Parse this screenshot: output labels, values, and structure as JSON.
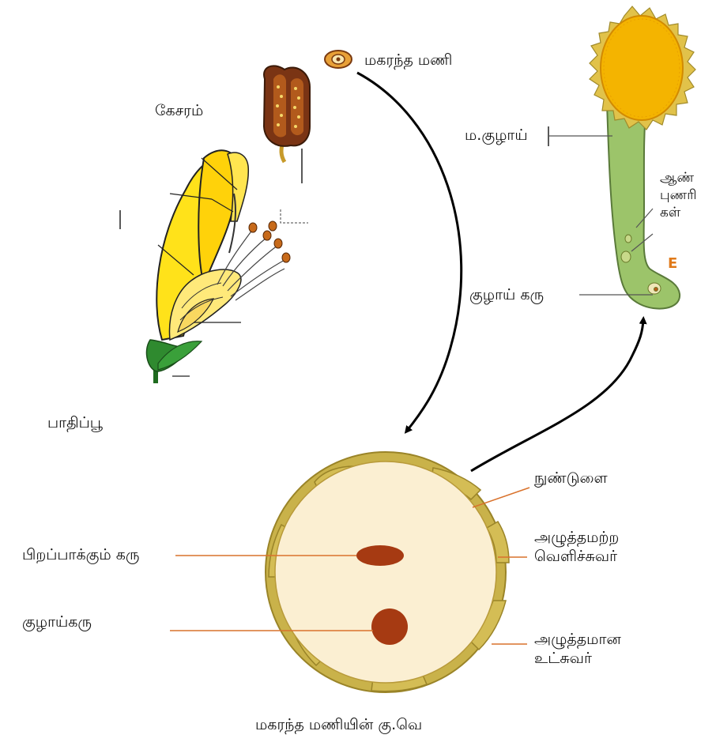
{
  "labels": {
    "pollen_grain": "மகரந்த  மணி",
    "stamen": "கேசரம்",
    "half_flower": "பாதிப்பூ",
    "pollen_tube": "ம.குழாய்",
    "male_gametes": [
      "ஆண்",
      "புணரி",
      "கள்"
    ],
    "tube_nucleus_top": "குழாய்  கரு",
    "germ_pore": "நுண்டுளை",
    "generative_nucleus": "பிறப்பாக்கும்  கரு",
    "exine": [
      "அழுத்தமற்ற",
      "வெளிச்சுவர்"
    ],
    "tube_nucleus": "குழாய்கரு",
    "intine": [
      "அழுத்தமான",
      "உட்சுவர்"
    ],
    "caption": "மகரந்த  மணியின்  கு.வெ",
    "tube_tip_letter": "E"
  },
  "colors": {
    "pollen_wall": "#c9b24a",
    "pollen_interior": "#fbefd2",
    "nucleus": "#a63a12",
    "tube_green": "#9cc46a",
    "pollen_head": "#f4b400",
    "petal_yellow": "#ffe21a",
    "arrow": "#000000",
    "pointer_line": "#d9722c"
  }
}
